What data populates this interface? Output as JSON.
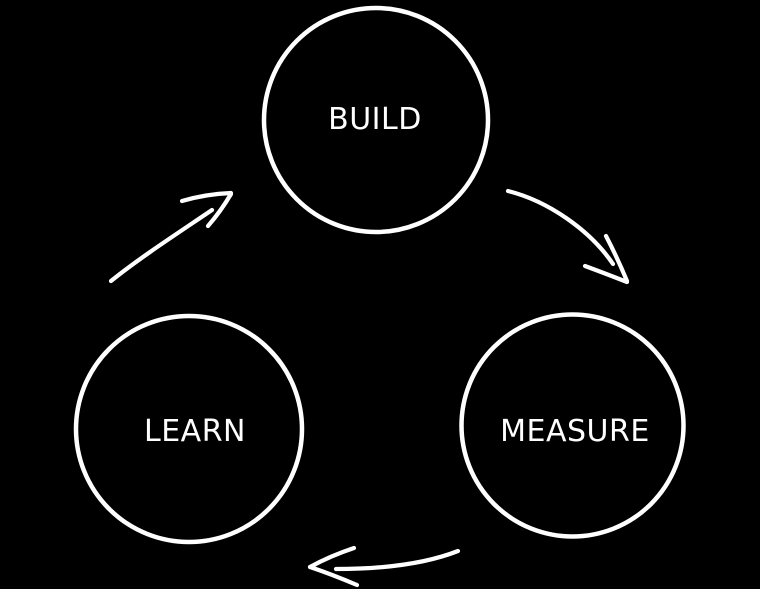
{
  "diagram": {
    "kind": "cycle-diagram",
    "colors": {
      "background": "#000000",
      "stroke": "#ffffff",
      "text": "#ffffff"
    },
    "nodes": {
      "build": {
        "label": "BUILD"
      },
      "measure": {
        "label": "MEASURE"
      },
      "learn": {
        "label": "LEARN"
      }
    },
    "arrows": [
      {
        "from": "BUILD",
        "to": "MEASURE"
      },
      {
        "from": "MEASURE",
        "to": "LEARN"
      },
      {
        "from": "LEARN",
        "to": "BUILD"
      }
    ]
  }
}
